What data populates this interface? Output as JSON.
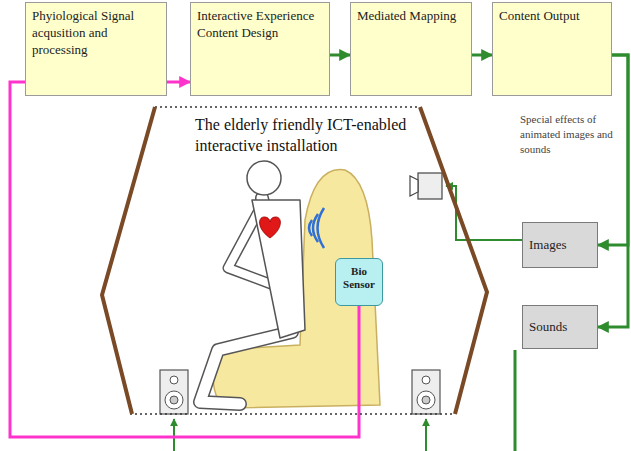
{
  "diagram": {
    "nodes": [
      {
        "text": [
          "Phyiological Signal acqusition and processing"
        ]
      },
      {
        "text": [
          "Interactive Experience Content Design"
        ]
      },
      {
        "text": [
          "Mediated Mapping"
        ]
      },
      {
        "text": [
          "Content Output"
        ]
      },
      {
        "text": [
          "The elderly friendly ICT-enabled interactive installation"
        ]
      },
      {
        "text": [
          "Bio Sensor"
        ],
        "in": 4
      },
      {
        "text": [
          "Images"
        ]
      },
      {
        "text": [
          "Sounds"
        ]
      }
    ],
    "edges": [
      {
        "from": 5,
        "to": 0,
        "arrow": "none"
      },
      {
        "from": 0,
        "to": 1,
        "arrow": "to"
      },
      {
        "from": 1,
        "to": 2,
        "arrow": "to"
      },
      {
        "from": 2,
        "to": 3,
        "arrow": "to"
      },
      {
        "from": 3,
        "to": 6,
        "arrow": "to"
      },
      {
        "from": 3,
        "to": 7,
        "arrow": "to"
      }
    ],
    "labels": [
      "Special effects of animated images and sounds"
    ]
  }
}
